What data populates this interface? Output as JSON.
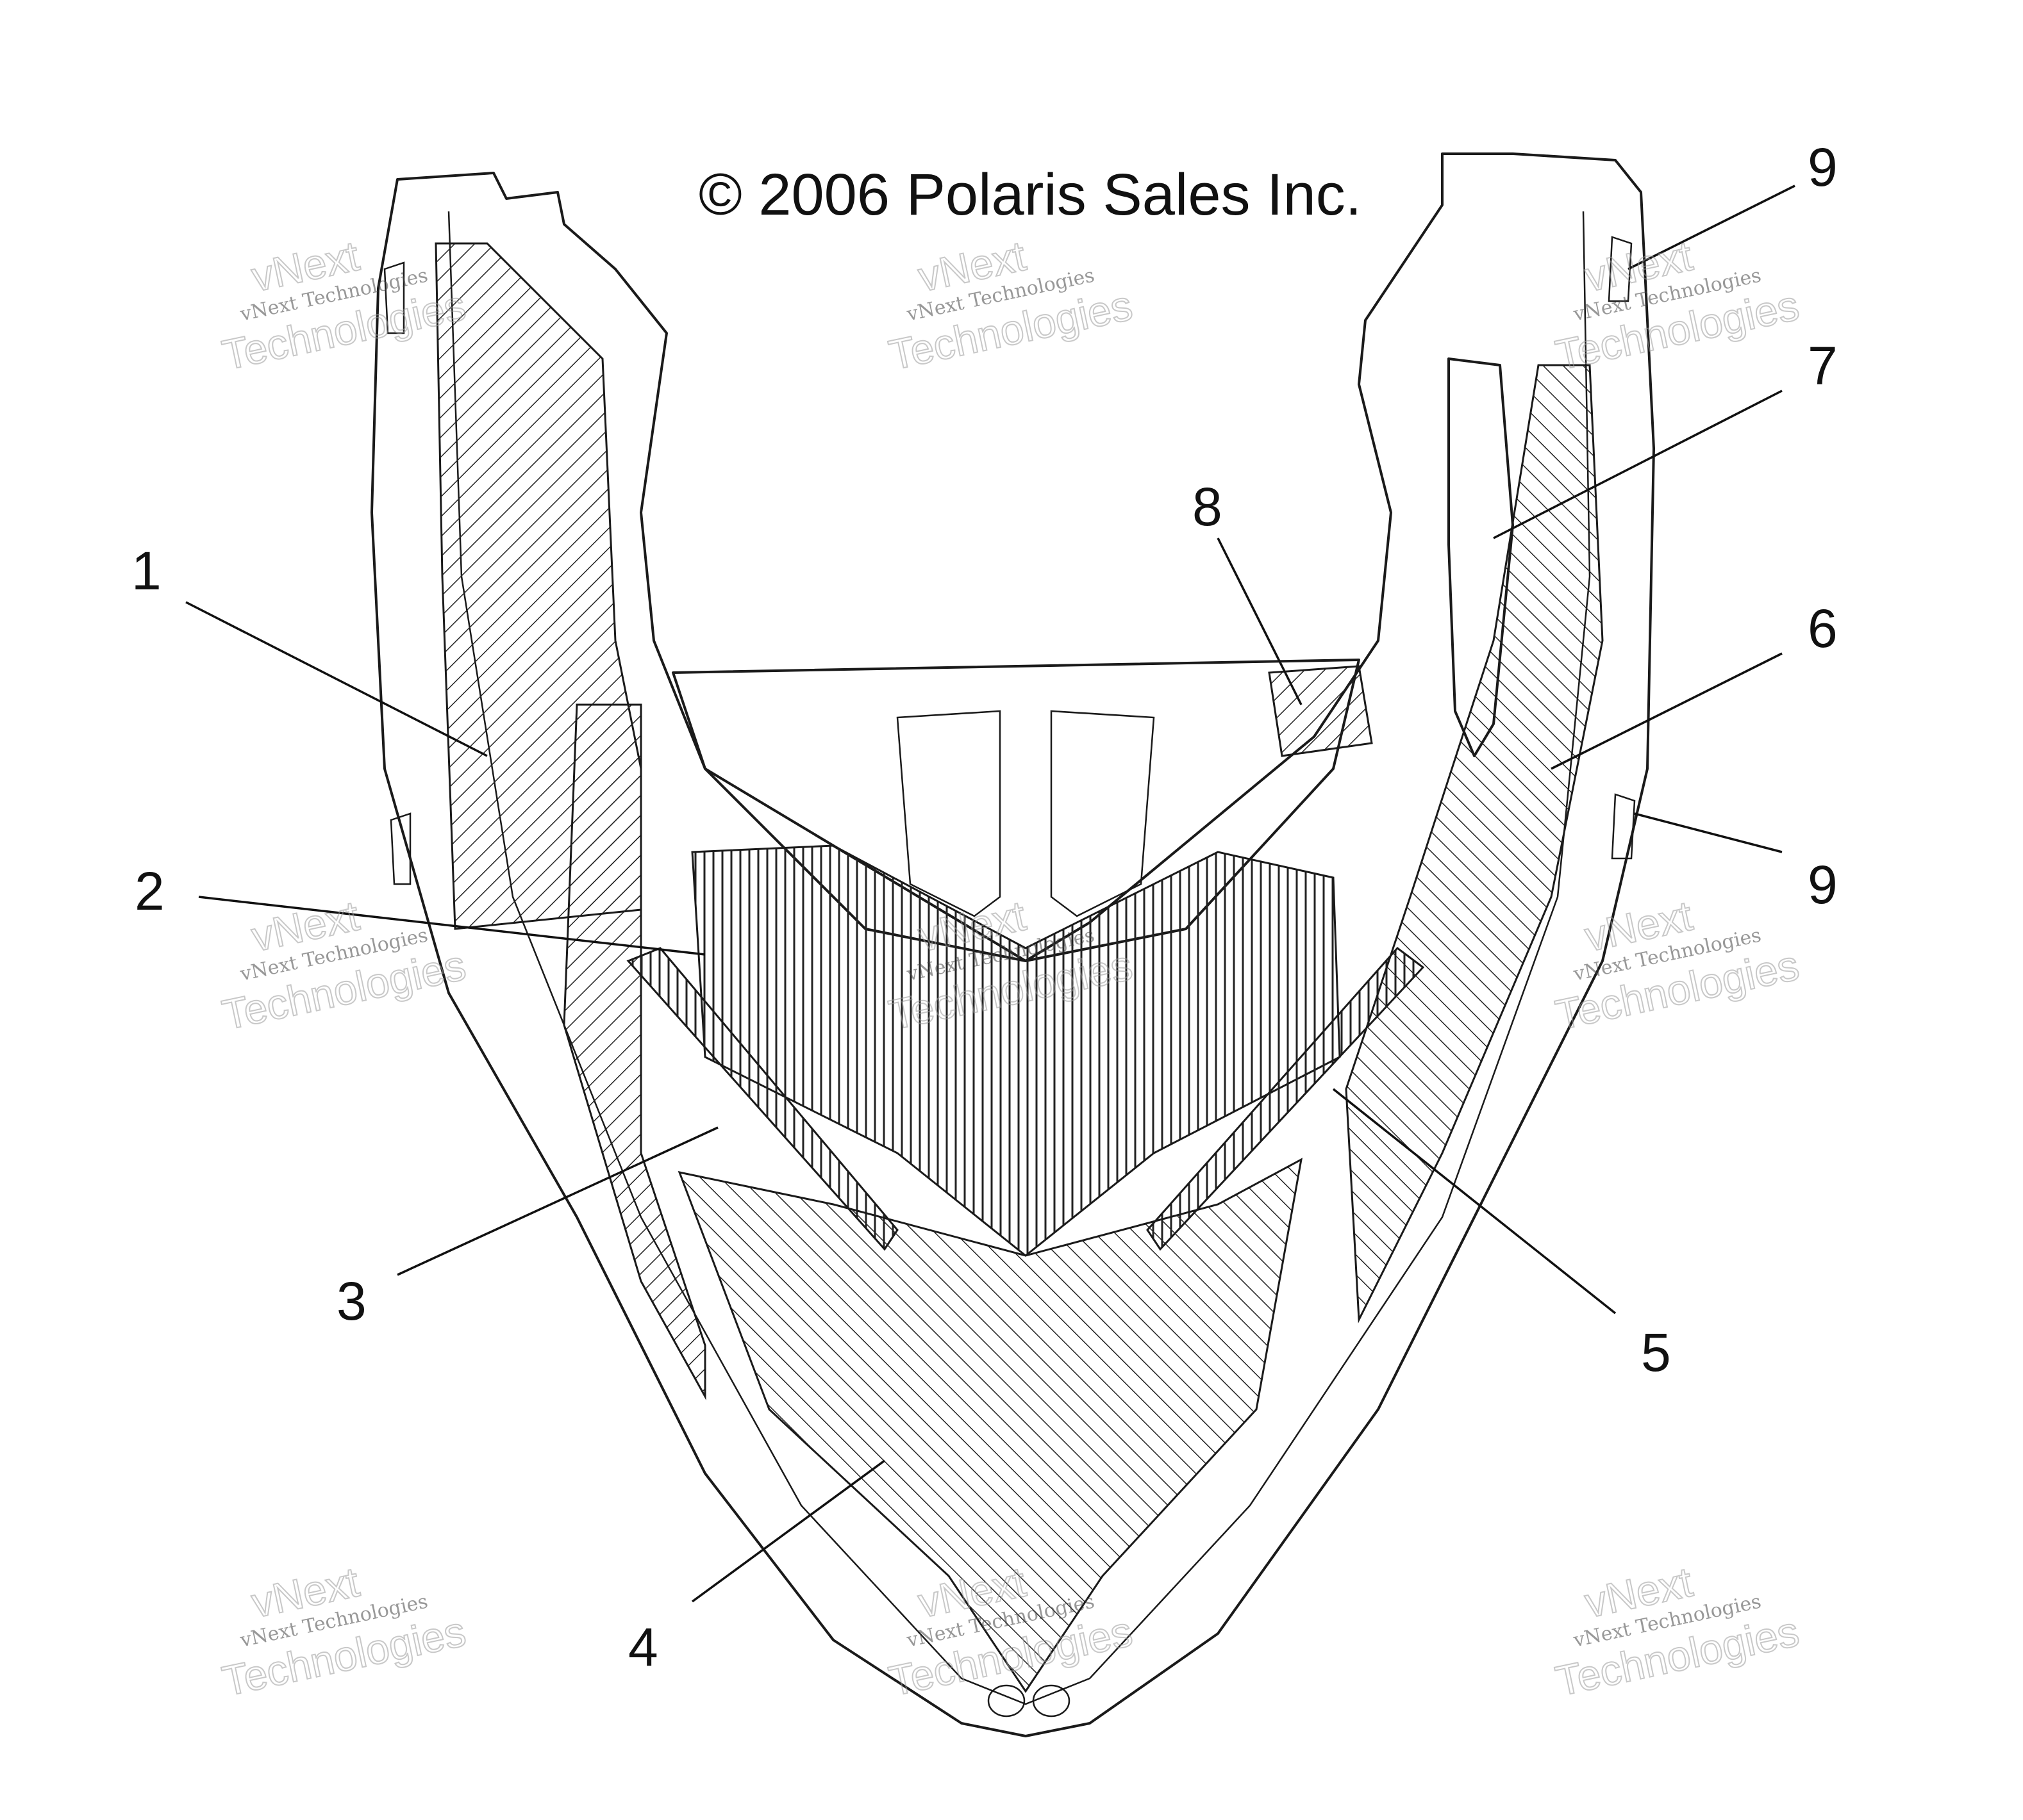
{
  "copyright": "© 2006 Polaris Sales Inc.",
  "callouts": [
    {
      "id": "1",
      "label": "1"
    },
    {
      "id": "2",
      "label": "2"
    },
    {
      "id": "3",
      "label": "3"
    },
    {
      "id": "4",
      "label": "4"
    },
    {
      "id": "5",
      "label": "5"
    },
    {
      "id": "6",
      "label": "6"
    },
    {
      "id": "7",
      "label": "7"
    },
    {
      "id": "8",
      "label": "8"
    },
    {
      "id": "9a",
      "label": "9"
    },
    {
      "id": "9b",
      "label": "9"
    }
  ],
  "watermark": {
    "line1": "vNext Technologies",
    "line2": "vNext",
    "line3": "Technologies"
  }
}
